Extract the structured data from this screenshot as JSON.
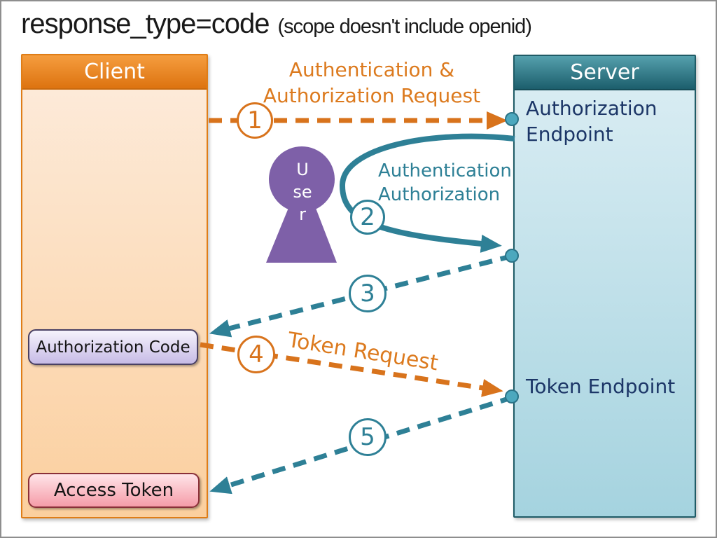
{
  "page": {
    "title_main": "response_type=code",
    "title_sub": "(scope doesn't include openid)"
  },
  "client": {
    "title": "Client",
    "authorization_code": "Authorization Code",
    "access_token": "Access Token"
  },
  "server": {
    "title": "Server",
    "authorization_endpoint": "Authorization Endpoint",
    "token_endpoint": "Token Endpoint"
  },
  "user": {
    "label": "User"
  },
  "flow_steps": [
    {
      "number": "1",
      "label": "Authentication & Authorization Request",
      "color": "#dc7a1e"
    },
    {
      "number": "2",
      "label_line1": "Authentication",
      "label_line2": "Authorization",
      "color": "#2e8096"
    },
    {
      "number": "3",
      "color": "#2e8096"
    },
    {
      "number": "4",
      "label": "Token Request",
      "color": "#dc7a1e"
    },
    {
      "number": "5",
      "color": "#2e8096"
    }
  ],
  "colors": {
    "orange_accent": "#dc7a1e",
    "teal_accent": "#2e8096",
    "purple_user": "#7e60a8",
    "navy_text": "#1c3667",
    "client_header": "#e8831f",
    "client_body": "#fbcf9e",
    "server_header": "#2c7484",
    "server_body": "#b9dde9",
    "auth_code_fill": "#c7bbe6",
    "access_token_fill": "#f59ca8",
    "connection_dot": "#4ca8be"
  }
}
